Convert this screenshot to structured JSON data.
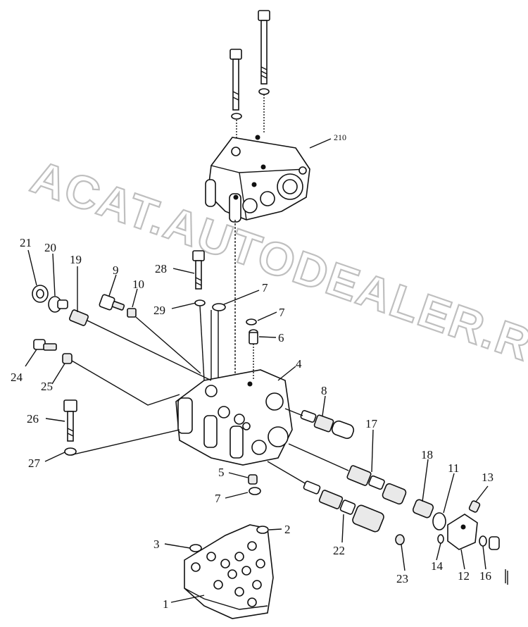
{
  "watermark": "ACAT.AUTODEALER.RU",
  "callouts": [
    {
      "id": "c210",
      "text": "210"
    },
    {
      "id": "c1",
      "text": "1"
    },
    {
      "id": "c2",
      "text": "2"
    },
    {
      "id": "c3",
      "text": "3"
    },
    {
      "id": "c4",
      "text": "4"
    },
    {
      "id": "c5",
      "text": "5"
    },
    {
      "id": "c6",
      "text": "6"
    },
    {
      "id": "c7a",
      "text": "7"
    },
    {
      "id": "c7b",
      "text": "7"
    },
    {
      "id": "c7c",
      "text": "7"
    },
    {
      "id": "c8",
      "text": "8"
    },
    {
      "id": "c9",
      "text": "9"
    },
    {
      "id": "c10",
      "text": "10"
    },
    {
      "id": "c11",
      "text": "11"
    },
    {
      "id": "c12",
      "text": "12"
    },
    {
      "id": "c13",
      "text": "13"
    },
    {
      "id": "c14",
      "text": "14"
    },
    {
      "id": "c16",
      "text": "16"
    },
    {
      "id": "c17",
      "text": "17"
    },
    {
      "id": "c18",
      "text": "18"
    },
    {
      "id": "c19",
      "text": "19"
    },
    {
      "id": "c20",
      "text": "20"
    },
    {
      "id": "c21",
      "text": "21"
    },
    {
      "id": "c22",
      "text": "22"
    },
    {
      "id": "c23",
      "text": "23"
    },
    {
      "id": "c24",
      "text": "24"
    },
    {
      "id": "c25",
      "text": "25"
    },
    {
      "id": "c26",
      "text": "26"
    },
    {
      "id": "c27",
      "text": "27"
    },
    {
      "id": "c28",
      "text": "28"
    },
    {
      "id": "c29",
      "text": "29"
    }
  ]
}
